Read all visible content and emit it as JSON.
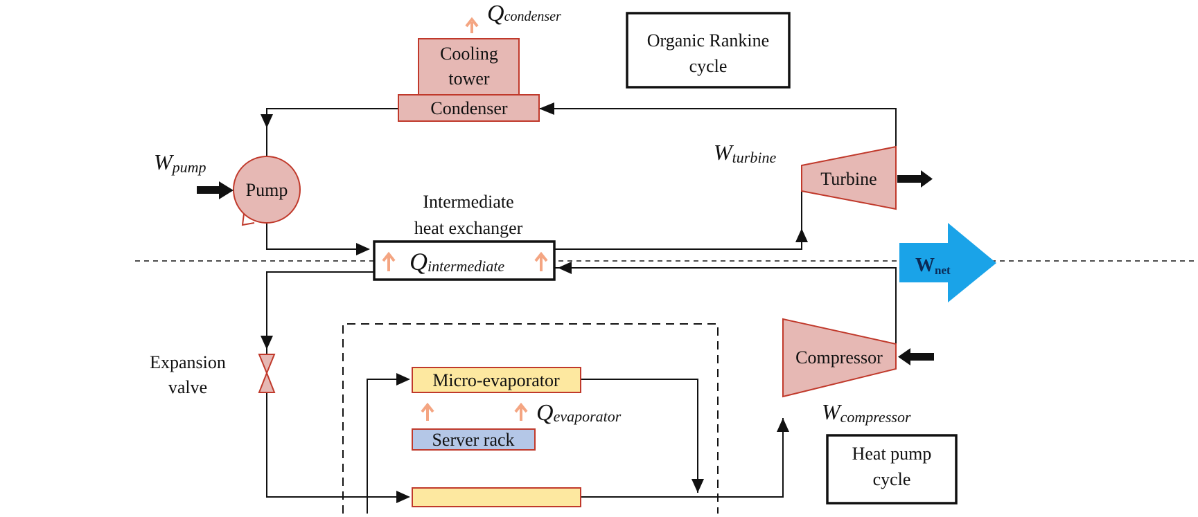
{
  "cycles": {
    "orc_label_line1": "Organic Rankine",
    "orc_label_line2": "cycle",
    "hp_label_line1": "Heat pump",
    "hp_label_line2": "cycle"
  },
  "components": {
    "cooling_tower_line1": "Cooling",
    "cooling_tower_line2": "tower",
    "condenser": "Condenser",
    "pump": "Pump",
    "turbine": "Turbine",
    "intermediate_hx_line1": "Intermediate",
    "intermediate_hx_line2": "heat exchanger",
    "expansion_valve_line1": "Expansion",
    "expansion_valve_line2": "valve",
    "micro_evaporator": "Micro-evaporator",
    "server_rack": "Server rack",
    "compressor": "Compressor"
  },
  "quantities": {
    "q_condenser_sym": "Q",
    "q_condenser_sub": "condenser",
    "q_intermediate_sym": "Q",
    "q_intermediate_sub": "intermediate",
    "q_evaporator_sym": "Q",
    "q_evaporator_sub": "evaporator",
    "w_pump_sym": "W",
    "w_pump_sub": "pump",
    "w_turbine_sym": "W",
    "w_turbine_sub": "turbine",
    "w_compressor_sym": "W",
    "w_compressor_sub": "compressor",
    "w_net_sym": "W",
    "w_net_sub": "net"
  },
  "colors": {
    "component_fill": "#e6b8b4",
    "component_stroke": "#c0392b",
    "evaporator_fill": "#fde8a0",
    "server_fill": "#b4c7e7",
    "heat_arrow": "#f4a582",
    "wnet_arrow": "#1aa3e8",
    "line": "#111111"
  }
}
